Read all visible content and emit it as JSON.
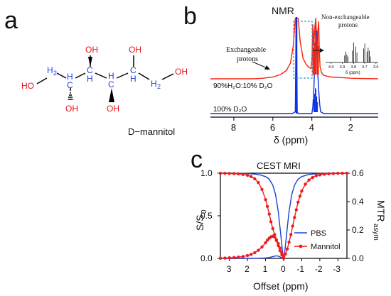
{
  "panel_a": {
    "letter": "a",
    "molecule_name": "D−mannitol",
    "atoms": {
      "oh_left": "HO",
      "oh_right": "OH",
      "oh_up_1": "OH",
      "oh_up_2": "OH",
      "oh_down_1": "OH",
      "oh_down_2": "OH",
      "ch2_left": "H",
      "ch2_right": "H",
      "ch2_sub": "2",
      "c": "C",
      "h": "H"
    },
    "colors": {
      "carbon": "#1f3ee0",
      "oxygen": "#e8141c",
      "bond": "#000000"
    }
  },
  "panel_b": {
    "letter": "b",
    "title": "NMR",
    "label_exchangeable": "Exchangeable protons",
    "label_exchangeable_1": "Exchangeable",
    "label_exchangeable_2": "protons",
    "label_nonexchangeable_1": "Non-exchangeable",
    "label_nonexchangeable_2": "protons",
    "trace_red_label": "90%H₂O:10% D₂O",
    "trace_blue_label": "100% D₂O",
    "inset_ticks": [
      "4.0",
      "3.9",
      "3.8",
      "3.7",
      "3.6"
    ],
    "inset_xlabel": "δ (ppm)",
    "colors": {
      "red": "#f5250f",
      "blue": "#1030e0",
      "inset_box": "#2a9fd6"
    }
  },
  "panel_c": {
    "letter": "c",
    "colors": {
      "pbs": "#1d3fd8",
      "mannitol": "#ee1c1c"
    }
  },
  "chart_data": [
    {
      "type": "line",
      "title": "NMR",
      "xlabel": "δ (ppm)",
      "ylabel": "",
      "xlim": [
        9.2,
        0.6
      ],
      "x_reversed": true,
      "x_ticks": [
        8,
        6,
        4,
        2
      ],
      "x_tick_labels": [
        "8",
        "6",
        "4",
        "2"
      ],
      "series": [
        {
          "name": "90%H₂O:10% D₂O",
          "x": [
            9.2,
            8.0,
            7.0,
            6.5,
            6.0,
            5.6,
            5.3,
            5.1,
            4.95,
            4.85,
            4.8,
            4.75,
            4.7,
            4.6,
            4.45,
            4.3,
            4.15,
            4.05,
            4.0,
            3.95,
            3.9,
            3.85,
            3.8,
            3.75,
            3.7,
            3.65,
            3.62,
            3.58,
            3.5,
            3.4,
            3.2,
            3.0,
            2.5,
            2.0,
            1.5,
            0.6
          ],
          "y": [
            0.0,
            0.0,
            0.0,
            0.01,
            0.03,
            0.07,
            0.14,
            0.26,
            0.55,
            1.0,
            1.0,
            1.0,
            1.0,
            0.62,
            0.34,
            0.24,
            0.19,
            0.17,
            0.3,
            0.9,
            0.55,
            0.85,
            1.0,
            0.6,
            0.75,
            0.95,
            0.5,
            0.2,
            0.1,
            0.06,
            0.04,
            0.03,
            0.02,
            0.01,
            0.005,
            0.0
          ]
        },
        {
          "name": "100% D₂O",
          "x": [
            9.2,
            5.0,
            4.85,
            4.81,
            4.79,
            4.75,
            4.7,
            4.6,
            4.0,
            3.95,
            3.9,
            3.85,
            3.8,
            3.75,
            3.7,
            3.65,
            3.6,
            3.55,
            3.4,
            2.0,
            0.6
          ],
          "y": [
            0.0,
            0.0,
            0.02,
            1.0,
            1.0,
            0.02,
            0.0,
            0.0,
            0.0,
            0.08,
            0.25,
            0.55,
            0.85,
            0.9,
            0.45,
            0.25,
            0.1,
            0.02,
            0.0,
            0.0,
            0.0
          ]
        }
      ],
      "inset": {
        "xlim": [
          4.05,
          3.58
        ],
        "x_ticks": [
          4.0,
          3.9,
          3.8,
          3.7,
          3.6
        ],
        "xlabel": "δ (ppm)",
        "peaks": [
          3.88,
          3.87,
          3.86,
          3.85,
          3.81,
          3.8,
          3.78,
          3.77,
          3.71,
          3.7,
          3.68,
          3.67,
          3.66,
          3.65
        ],
        "peak_heights": [
          0.35,
          0.55,
          0.4,
          0.3,
          0.6,
          1.0,
          0.8,
          0.5,
          0.7,
          0.95,
          0.55,
          0.75,
          0.6,
          0.3
        ]
      }
    },
    {
      "type": "line",
      "title": "CEST MRI",
      "xlabel": "Offset (ppm)",
      "ylabel": "S/S0",
      "y2label": "MTRasym",
      "xlim": [
        3.5,
        -3.5
      ],
      "x_reversed": true,
      "x_ticks": [
        3,
        2,
        1,
        0,
        -1,
        -2,
        -3
      ],
      "x_tick_labels": [
        "3",
        "2",
        "1",
        "0",
        "-1",
        "-2",
        "-3"
      ],
      "ylim": [
        0.0,
        1.0
      ],
      "y_ticks": [
        0.0,
        0.5,
        1.0
      ],
      "y_tick_labels": [
        "0.0",
        "0.5",
        "1.0"
      ],
      "y2lim": [
        0.0,
        0.6
      ],
      "y2_ticks": [
        0.0,
        0.2,
        0.4,
        0.6
      ],
      "y2_tick_labels": [
        "0.0",
        "0.2",
        "0.4",
        "0.6"
      ],
      "legend": "bottom-right",
      "series": [
        {
          "name": "PBS",
          "axis": "left",
          "style": "line",
          "x": [
            3.5,
            3.0,
            2.5,
            2.0,
            1.6,
            1.3,
            1.0,
            0.8,
            0.6,
            0.45,
            0.3,
            0.2,
            0.1,
            0.05,
            0.0,
            -0.05,
            -0.1,
            -0.2,
            -0.3,
            -0.45,
            -0.6,
            -0.8,
            -1.0,
            -1.3,
            -1.6,
            -2.0,
            -2.5,
            -3.0,
            -3.5
          ],
          "y": [
            1.0,
            1.0,
            0.998,
            0.995,
            0.99,
            0.98,
            0.96,
            0.93,
            0.86,
            0.75,
            0.55,
            0.36,
            0.15,
            0.06,
            0.02,
            0.06,
            0.15,
            0.36,
            0.55,
            0.75,
            0.86,
            0.93,
            0.96,
            0.98,
            0.99,
            0.995,
            0.998,
            1.0,
            1.0
          ]
        },
        {
          "name": "PBS",
          "axis": "right",
          "style": "line",
          "x": [
            3.5,
            3.0,
            2.5,
            2.0,
            1.5,
            1.0,
            0.8,
            0.6,
            0.5,
            0.4,
            0.3,
            0.2,
            0.1,
            0.0
          ],
          "y": [
            0.0,
            0.0,
            0.0,
            0.0,
            0.001,
            0.003,
            0.006,
            0.012,
            0.016,
            0.018,
            0.016,
            0.01,
            0.004,
            0.0
          ]
        },
        {
          "name": "Mannitol",
          "axis": "left",
          "style": "line-marker",
          "x": [
            3.5,
            3.25,
            3.0,
            2.75,
            2.5,
            2.25,
            2.0,
            1.8,
            1.6,
            1.4,
            1.2,
            1.0,
            0.9,
            0.8,
            0.7,
            0.6,
            0.5,
            0.4,
            0.3,
            0.2,
            0.1,
            0.0,
            -0.1,
            -0.2,
            -0.3,
            -0.4,
            -0.5,
            -0.6,
            -0.7,
            -0.8,
            -0.9,
            -1.0,
            -1.2,
            -1.4,
            -1.6,
            -1.8,
            -2.0,
            -2.25,
            -2.5,
            -2.75,
            -3.0,
            -3.25,
            -3.5
          ],
          "y": [
            0.999,
            0.998,
            0.997,
            0.995,
            0.992,
            0.986,
            0.975,
            0.96,
            0.935,
            0.89,
            0.81,
            0.69,
            0.61,
            0.52,
            0.43,
            0.35,
            0.28,
            0.21,
            0.15,
            0.09,
            0.04,
            0.02,
            0.05,
            0.11,
            0.19,
            0.28,
            0.38,
            0.48,
            0.57,
            0.66,
            0.73,
            0.79,
            0.87,
            0.92,
            0.95,
            0.97,
            0.98,
            0.988,
            0.993,
            0.996,
            0.998,
            0.999,
            1.0
          ]
        },
        {
          "name": "Mannitol",
          "axis": "right",
          "style": "line-marker",
          "x": [
            3.5,
            3.25,
            3.0,
            2.75,
            2.5,
            2.25,
            2.0,
            1.8,
            1.6,
            1.4,
            1.2,
            1.0,
            0.9,
            0.8,
            0.7,
            0.6,
            0.5,
            0.4,
            0.3,
            0.2,
            0.1,
            0.0
          ],
          "y": [
            0.001,
            0.002,
            0.004,
            0.006,
            0.009,
            0.013,
            0.02,
            0.028,
            0.04,
            0.057,
            0.08,
            0.11,
            0.128,
            0.142,
            0.152,
            0.156,
            0.15,
            0.132,
            0.105,
            0.072,
            0.036,
            0.0
          ]
        }
      ]
    }
  ]
}
